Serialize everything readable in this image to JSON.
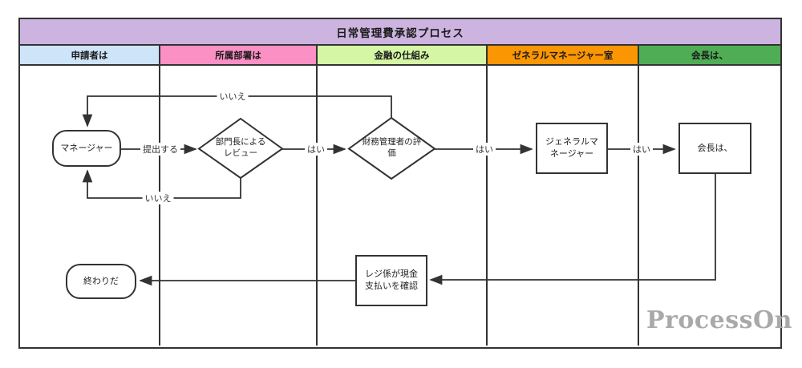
{
  "title": "日常管理費承認プロセス",
  "title_bar_color": "#ccb3e0",
  "lanes": [
    {
      "label": "申請者は",
      "color": "#cee4f9"
    },
    {
      "label": "所属部署は",
      "color": "#fb90c5"
    },
    {
      "label": "金融の仕組み",
      "color": "#d5f7a5"
    },
    {
      "label": "ゼネラルマネージャー室",
      "color": "#fb9603"
    },
    {
      "label": "会長は、",
      "color": "#4fae55"
    }
  ],
  "nodes": {
    "manager": {
      "label": "マネージャー",
      "shape": "rounded",
      "lane": "申請者は"
    },
    "dept_review": {
      "label": "部門長によるレビュー",
      "shape": "diamond",
      "lane": "所属部署は"
    },
    "finance_eval": {
      "label": "財務管理者の評価",
      "shape": "diamond",
      "lane": "金融の仕組み"
    },
    "general_manager": {
      "label": "ジェネラルマネージャー",
      "shape": "rect",
      "lane": "ゼネラルマネージャー室"
    },
    "chairman": {
      "label": "会長は、",
      "shape": "rect",
      "lane": "会長は、"
    },
    "cashier": {
      "label": "レジ係が現金支払いを確認",
      "shape": "rect",
      "lane": "金融の仕組み"
    },
    "end": {
      "label": "終わりだ",
      "shape": "rounded",
      "lane": "申請者は"
    }
  },
  "edges": [
    {
      "from": "manager",
      "to": "dept_review",
      "label": "提出する"
    },
    {
      "from": "dept_review",
      "to": "finance_eval",
      "label": "はい"
    },
    {
      "from": "dept_review",
      "to": "manager",
      "label": "いいえ"
    },
    {
      "from": "finance_eval",
      "to": "general_manager",
      "label": "はい"
    },
    {
      "from": "finance_eval",
      "to": "manager",
      "label": "いいえ"
    },
    {
      "from": "general_manager",
      "to": "chairman",
      "label": "はい"
    },
    {
      "from": "chairman",
      "to": "cashier",
      "label": ""
    },
    {
      "from": "cashier",
      "to": "end",
      "label": ""
    }
  ],
  "watermark": {
    "text": "ProcessOn",
    "color": "#a9a9a9"
  },
  "line_color": "#333333"
}
